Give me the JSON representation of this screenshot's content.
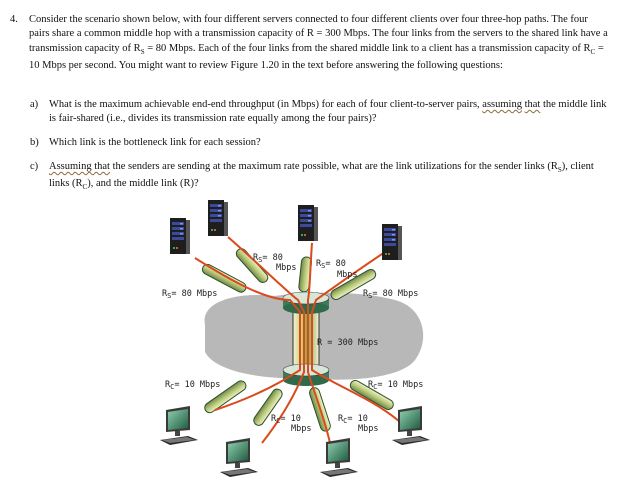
{
  "question": {
    "number": "4.",
    "text_parts": [
      "Consider the scenario shown below, with four different servers connected to four different clients over four three-hop paths. The four pairs share a common middle hop with a transmission capacity of R = 300 Mbps. The four links from the servers to the shared link have a transmission capacity of R",
      "S",
      " = 80 Mbps. Each of the four links from the shared middle link to a client has a transmission capacity of R",
      "C",
      " = 10 Mbps per second. You might want to review Figure 1.20 in the text before answering the following questions:"
    ]
  },
  "subquestions": [
    {
      "label": "a)",
      "before": "What is the maximum achievable end-end throughput (in Mbps) for each of four client-to-server pairs, ",
      "spell1": "assuming",
      "mid": " ",
      "spell2": "that",
      "after": " the middle link is fair-shared (i.e., divides its transmission rate equally among the four pairs)?"
    },
    {
      "label": "b)",
      "text": "Which link is the bottleneck link for each session?"
    },
    {
      "label": "c)",
      "spell1": "Assuming that",
      "p1": " the senders are sending at the maximum rate possible, what are the link utilizations for the sender links (R",
      "s1": "S",
      "p2": "), client links (R",
      "s2": "C",
      "p3": "), and the middle link (R)?"
    }
  ],
  "diagram": {
    "link_labels": {
      "rs_prefix": "R",
      "rs_sub": "S",
      "rc_prefix": "R",
      "rc_sub": "C",
      "rs_full": "= 80 Mbps",
      "rs_eq": "= 80",
      "rs_unit": "Mbps",
      "rc_full": "= 10 Mbps",
      "rc_eq": "= 10",
      "rc_unit": "Mbps",
      "middle": "R = 300 Mbps"
    },
    "colors": {
      "flow": "#d94a1c",
      "cloud": "#b5b5b5",
      "pipe_fill": "#c8d48a",
      "pipe_edge": "#2f4f2f",
      "router_top": "#d8e6d8",
      "router_side": "#3f7a5a",
      "server_body": "#2a2a2a",
      "server_slot": "#4a5ad0",
      "monitor_screen": "#2d7a5a"
    },
    "servers": 4,
    "clients": 4
  }
}
